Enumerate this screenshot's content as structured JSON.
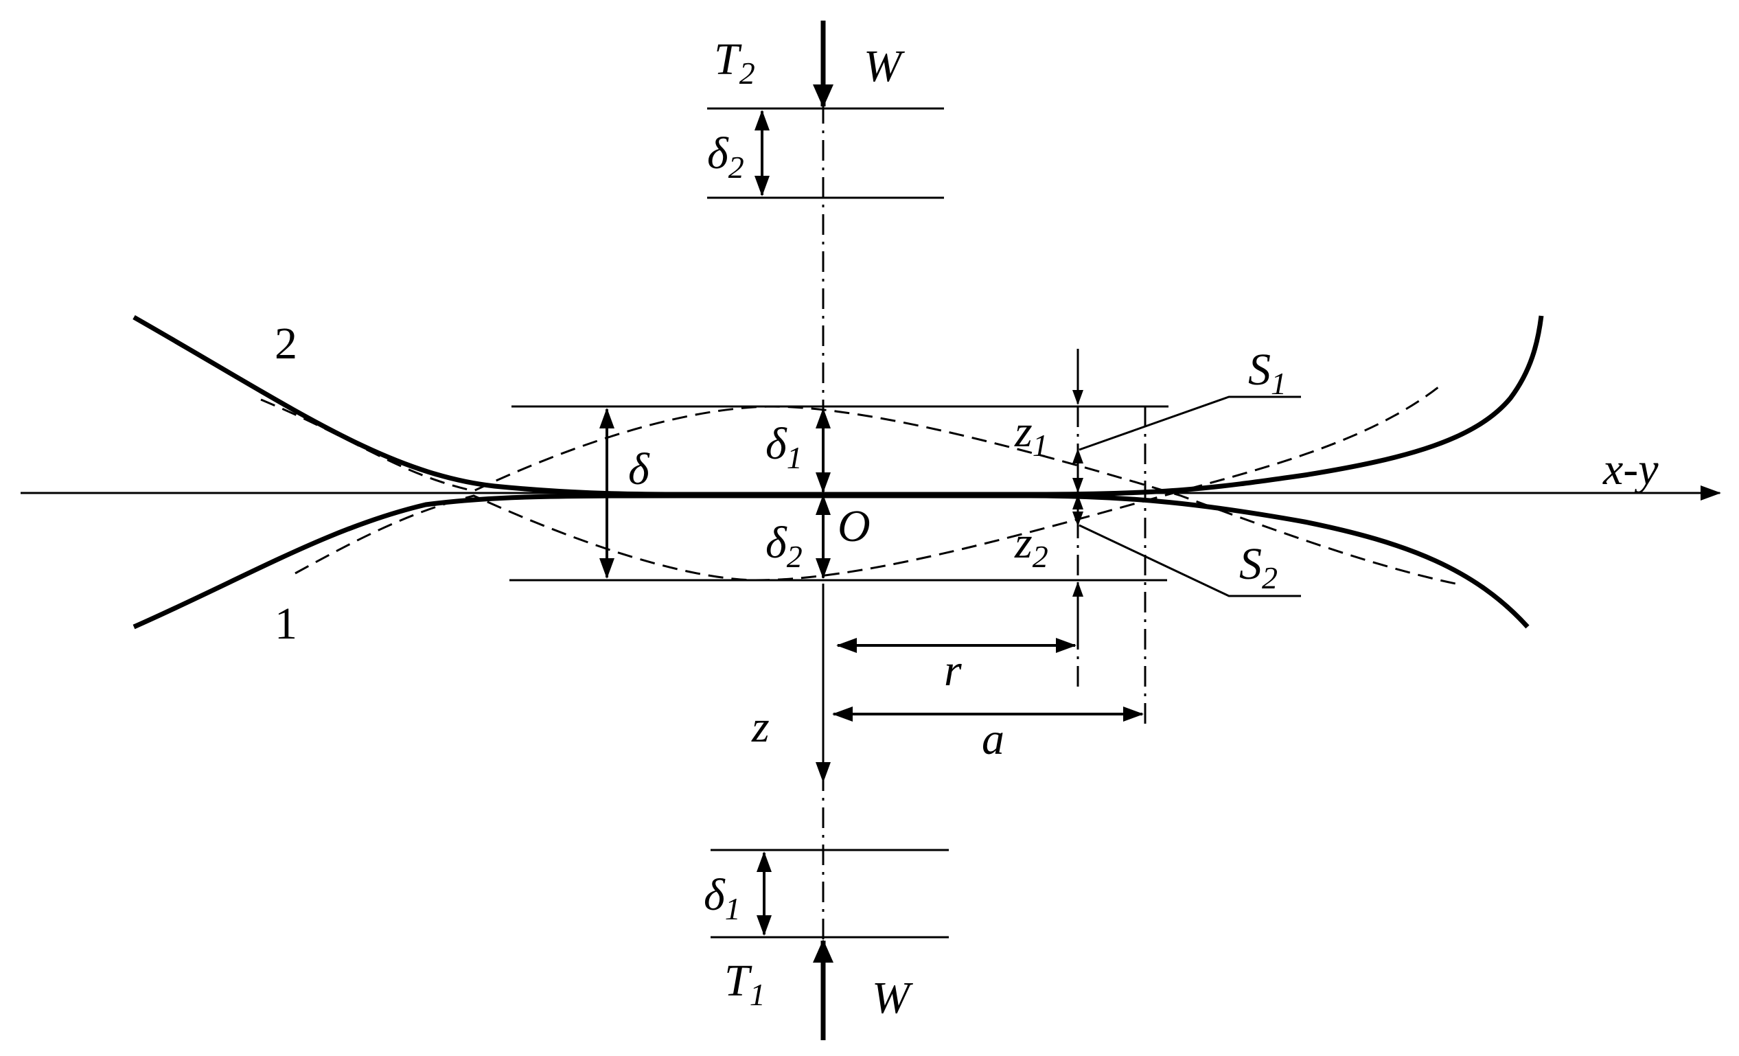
{
  "labels": {
    "T2_main": "T",
    "T2_sub": "2",
    "W_top": "W",
    "delta2_top_main": "δ",
    "delta2_top_sub": "2",
    "body2": "2",
    "body1": "1",
    "S1_main": "S",
    "S1_sub": "1",
    "S2_main": "S",
    "S2_sub": "2",
    "delta": "δ",
    "delta1_mid_main": "δ",
    "delta1_mid_sub": "1",
    "delta2_mid_main": "δ",
    "delta2_mid_sub": "2",
    "origin": "O",
    "z1_main": "z",
    "z1_sub": "1",
    "z2_main": "z",
    "z2_sub": "2",
    "axis_xy": "x-y",
    "r": "r",
    "a": "a",
    "z_axis": "z",
    "delta1_bot_main": "δ",
    "delta1_bot_sub": "1",
    "T1_main": "T",
    "T1_sub": "1",
    "W_bottom": "W"
  }
}
